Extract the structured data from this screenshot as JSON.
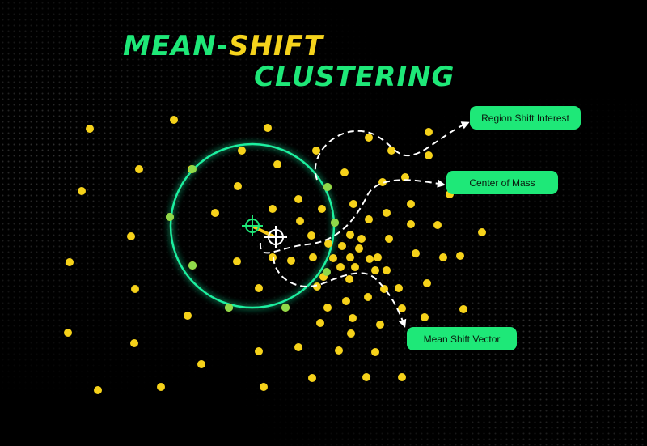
{
  "title": {
    "line1_part1": "MEAN-",
    "line1_part2": "SHIFT",
    "line2": "CLUSTERING"
  },
  "callouts": {
    "region_shift_interest": "Region Shift Interest",
    "center_of_mass": "Center of Mass",
    "mean_shift_vector": "Mean Shift Vector"
  },
  "colors": {
    "background": "#000000",
    "accent_green": "#1ee878",
    "title_yellow": "#f5d31c",
    "point_yellow": "#f6d21a",
    "point_in_window": "#8fd94a",
    "circle_glow": "#1ef0a0",
    "arrow": "#ffffff"
  },
  "icons": [
    "window-center-crosshair-icon",
    "center-of-mass-crosshair-icon"
  ]
}
